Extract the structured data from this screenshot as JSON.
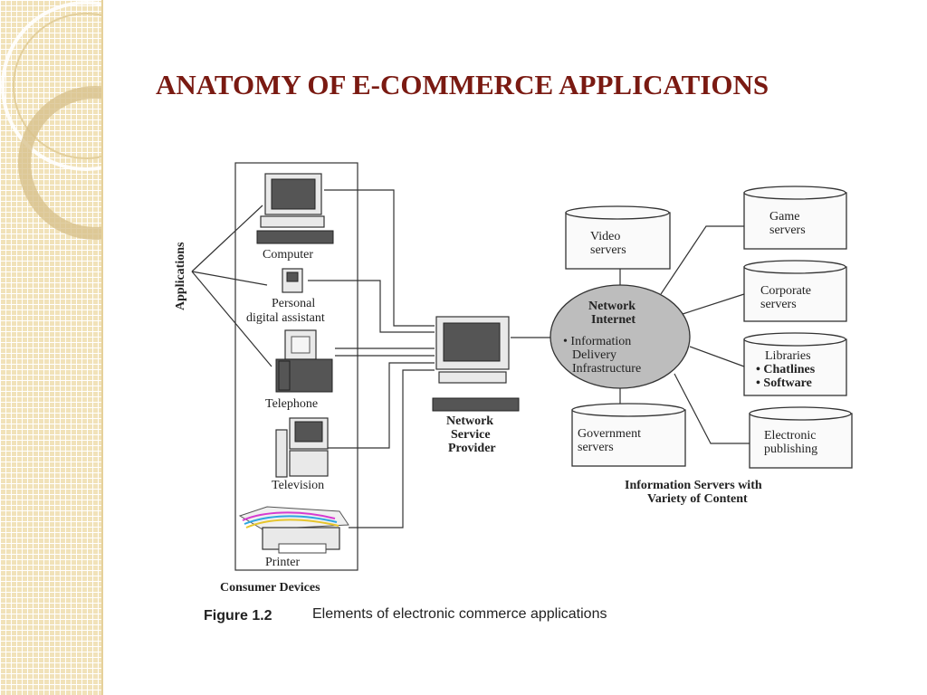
{
  "slide": {
    "title": "ANATOMY OF E-COMMERCE APPLICATIONS"
  },
  "diagram": {
    "applications_label": "Applications",
    "devices": {
      "computer": "Computer",
      "pda_line1": "Personal",
      "pda_line2": "digital assistant",
      "telephone": "Telephone",
      "television": "Television",
      "printer": "Printer",
      "group_label": "Consumer Devices"
    },
    "provider": {
      "line1": "Network",
      "line2": "Service",
      "line3": "Provider"
    },
    "network": {
      "line1": "Network",
      "line2": "Internet",
      "bullet1_line1": "• Information",
      "bullet1_line2": "Delivery",
      "bullet1_line3": "Infrastructure"
    },
    "servers": {
      "video_line1": "Video",
      "video_line2": "servers",
      "government_line1": "Government",
      "government_line2": "servers",
      "game_line1": "Game",
      "game_line2": "servers",
      "corporate_line1": "Corporate",
      "corporate_line2": "servers",
      "libraries_line1": "Libraries",
      "libraries_line2": "• Chatlines",
      "libraries_line3": "• Software",
      "publishing_line1": "Electronic",
      "publishing_line2": "publishing",
      "group_line1": "Information Servers with",
      "group_line2": "Variety of Content"
    },
    "figure_number": "Figure 1.2",
    "figure_caption": "Elements of electronic commerce applications"
  },
  "colors": {
    "title": "#7a1a12",
    "side_panel": "#f1e2b9"
  }
}
